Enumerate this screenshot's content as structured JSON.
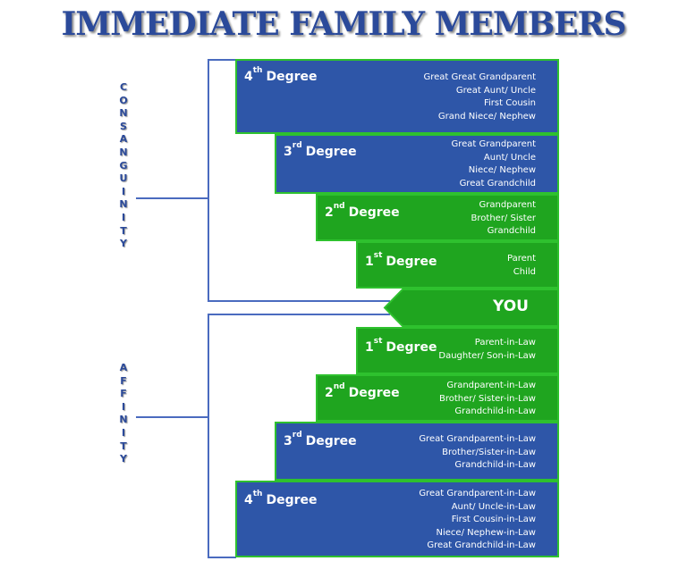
{
  "title": "IMMEDIATE FAMILY MEMBERS",
  "consanguinity": {
    "letters": [
      "C",
      "O",
      "N",
      "S",
      "A",
      "N",
      "G",
      "U",
      "I",
      "N",
      "I",
      "T",
      "Y"
    ],
    "degrees": [
      {
        "ordinal": "4",
        "suffix": "th",
        "word": "Degree",
        "color": "#2e56a8",
        "relations": [
          "Great Great Grandparent",
          "Great Aunt/ Uncle",
          "First Cousin",
          "Grand Niece/ Nephew"
        ]
      },
      {
        "ordinal": "3",
        "suffix": "rd",
        "word": "Degree",
        "color": "#2e56a8",
        "relations": [
          "Great Grandparent",
          "Aunt/ Uncle",
          "Niece/ Nephew",
          "Great Grandchild"
        ]
      },
      {
        "ordinal": "2",
        "suffix": "nd",
        "word": "Degree",
        "color": "#1fa51f",
        "relations": [
          "Grandparent",
          "Brother/ Sister",
          "Grandchild"
        ]
      },
      {
        "ordinal": "1",
        "suffix": "st",
        "word": "Degree",
        "color": "#1fa51f",
        "relations": [
          "Parent",
          "Child"
        ]
      }
    ]
  },
  "you": {
    "label": "YOU",
    "color": "#1fa51f"
  },
  "affinity": {
    "letters": [
      "A",
      "F",
      "F",
      "I",
      "N",
      "I",
      "T",
      "Y"
    ],
    "degrees": [
      {
        "ordinal": "1",
        "suffix": "st",
        "word": "Degree",
        "color": "#1fa51f",
        "relations": [
          "Parent-in-Law",
          "Daughter/ Son-in-Law"
        ]
      },
      {
        "ordinal": "2",
        "suffix": "nd",
        "word": "Degree",
        "color": "#1fa51f",
        "relations": [
          "Grandparent-in-Law",
          "Brother/ Sister-in-Law",
          "Grandchild-in-Law"
        ]
      },
      {
        "ordinal": "3",
        "suffix": "rd",
        "word": "Degree",
        "color": "#2e56a8",
        "relations": [
          "Great Grandparent-in-Law",
          "Brother/Sister-in-Law",
          "Grandchild-in-Law"
        ]
      },
      {
        "ordinal": "4",
        "suffix": "th",
        "word": "Degree",
        "color": "#2e56a8",
        "relations": [
          "Great Grandparent-in-Law",
          "Aunt/ Uncle-in-Law",
          "First Cousin-in-Law",
          "Niece/ Nephew-in-Law",
          "Great Grandchild-in-Law"
        ]
      }
    ]
  }
}
